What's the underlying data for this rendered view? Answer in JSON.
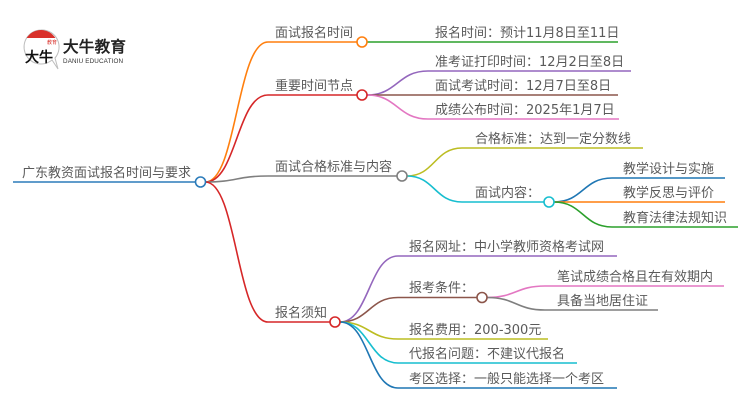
{
  "logo": {
    "name_cn": "大牛教育",
    "name_en": "DANIU EDUCATION",
    "mark_text": "大牛",
    "seal_text": "教育",
    "accent_color": "#d9312b"
  },
  "mindmap": {
    "root": {
      "label": "广东教资面试报名时间与要求",
      "color": "#2b7bba"
    },
    "branches": [
      {
        "label": "面试报名时间",
        "color": "#ff7f0e",
        "children": [
          {
            "label": "报名时间：预计11月8日至11日",
            "color": "#2ca02c"
          }
        ]
      },
      {
        "label": "重要时间节点",
        "color": "#d62728",
        "children": [
          {
            "label": "准考证打印时间：12月2日至8日",
            "color": "#9467bd"
          },
          {
            "label": "面试考试时间：12月7日至8日",
            "color": "#8c564b"
          },
          {
            "label": "成绩公布时间：2025年1月7日",
            "color": "#e377c2"
          }
        ]
      },
      {
        "label": "面试合格标准与内容",
        "color": "#7f7f7f",
        "children": [
          {
            "label": "合格标准：达到一定分数线",
            "color": "#bcbd22"
          },
          {
            "label": "面试内容：",
            "color": "#17becf",
            "children": [
              {
                "label": "教学设计与实施",
                "color": "#1f77b4"
              },
              {
                "label": "教学反思与评价",
                "color": "#ff7f0e"
              },
              {
                "label": "教育法律法规知识",
                "color": "#2ca02c"
              }
            ]
          }
        ]
      },
      {
        "label": "报名须知",
        "color": "#d62728",
        "children": [
          {
            "label": "报名网址：中小学教师资格考试网",
            "color": "#9467bd"
          },
          {
            "label": "报考条件：",
            "color": "#8c564b",
            "children": [
              {
                "label": "笔试成绩合格且在有效期内",
                "color": "#e377c2"
              },
              {
                "label": "具备当地居住证",
                "color": "#7f7f7f"
              }
            ]
          },
          {
            "label": "报名费用：200-300元",
            "color": "#bcbd22"
          },
          {
            "label": "代报名问题：不建议代报名",
            "color": "#17becf"
          },
          {
            "label": "考区选择：一般只能选择一个考区",
            "color": "#1f77b4"
          }
        ]
      }
    ]
  }
}
